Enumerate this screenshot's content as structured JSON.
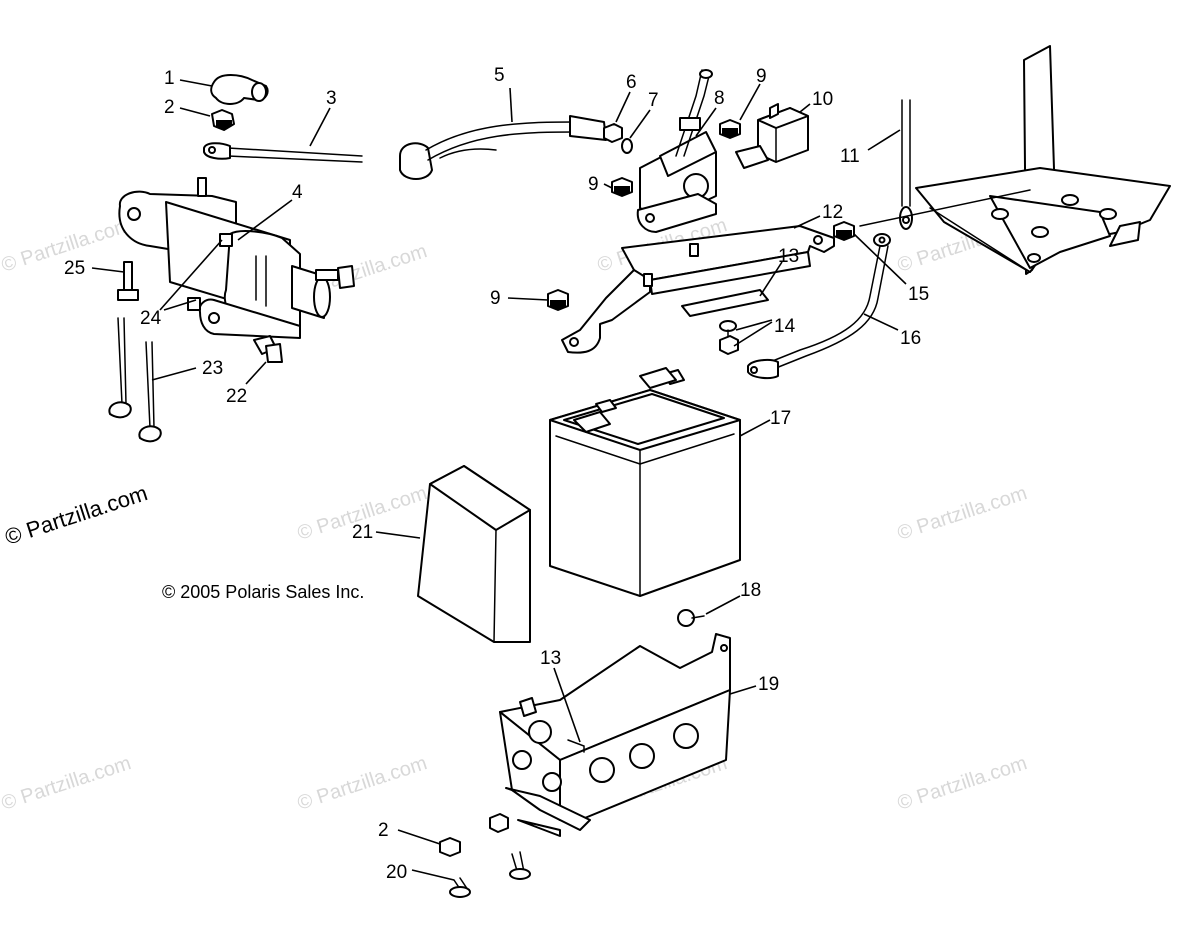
{
  "copyright": "© 2005 Polaris Sales Inc.",
  "watermark": "© Partzilla.com",
  "watermark_corner": "© Partzilla.com",
  "callouts": [
    "1",
    "2",
    "3",
    "4",
    "5",
    "6",
    "7",
    "8",
    "9",
    "10",
    "11",
    "12",
    "13",
    "14",
    "15",
    "16",
    "17",
    "18",
    "19",
    "20",
    "21",
    "22",
    "23",
    "24",
    "25",
    "9",
    "9",
    "13",
    "2"
  ],
  "colors": {
    "line": "#000000",
    "watermark": "#d8d8d8",
    "background": "#ffffff"
  }
}
